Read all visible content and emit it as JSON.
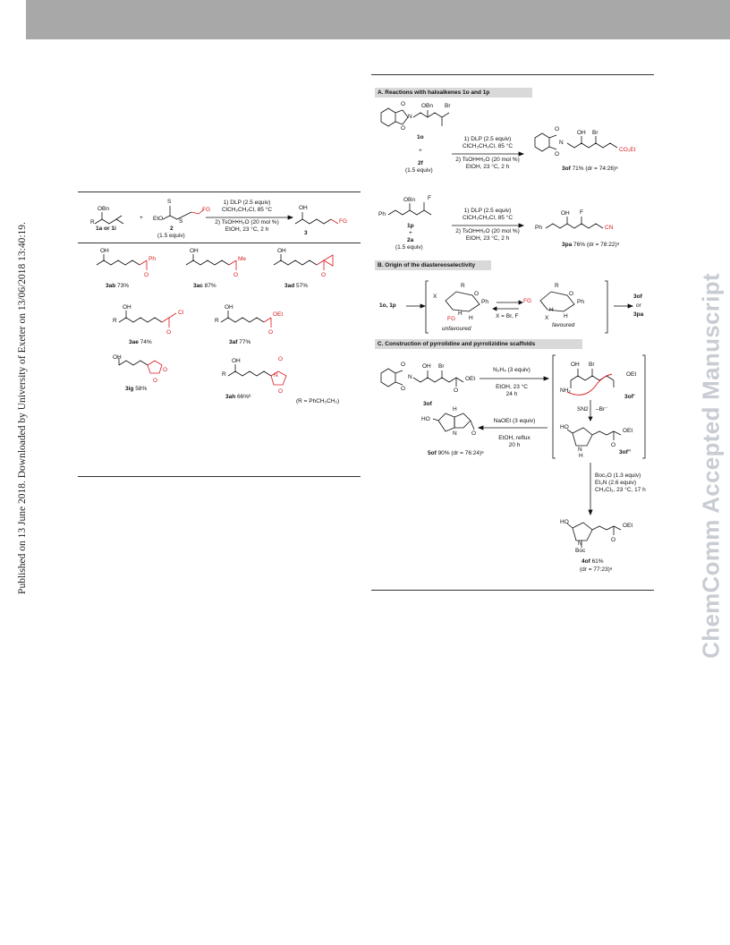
{
  "side_left_text": "Published on 13 June 2018. Downloaded by University of Exeter on 13/06/2018 13:40:19.",
  "side_right_text": "ChemComm Accepted Manuscript",
  "left_scheme": {
    "reagent": "1a or 1i",
    "xanthate": "2",
    "xanthate_equiv": "(1.5 equiv)",
    "cond1": "1) DLP (2.5 equiv)",
    "cond1b": "ClCH₂CH₂Cl, 85 °C",
    "cond2": "2) TsOH•H₂O (20 mol %)",
    "cond2b": "EtOH, 23 °C, 2 h",
    "product": "3",
    "fg": "FG",
    "items": [
      {
        "label": "3ab",
        "yield": "73%"
      },
      {
        "label": "3ac",
        "yield": "87%"
      },
      {
        "label": "3ad",
        "yield": "57%"
      },
      {
        "label": "3ae",
        "yield": "74%"
      },
      {
        "label": "3af",
        "yield": "77%"
      },
      {
        "label": "3ig",
        "yield": "58%"
      },
      {
        "label": "3ah",
        "yield": "66%ᵇ"
      }
    ],
    "r_note": "(R = PhCH₂CH₂)"
  },
  "sectionA": {
    "title": "A. Reactions with haloalkenes 1o and 1p",
    "s1": "1o",
    "plus": "+",
    "s2": "2f",
    "s2_equiv": "(1.5 equiv)",
    "c1": "1) DLP (2.5 equiv)",
    "c1b": "ClCH₂CH₂Cl, 85 °C",
    "c2": "2) TsOH•H₂O (20 mol %)",
    "c2b": "EtOH, 23 °C, 2 h",
    "p1": "3of",
    "p1_yield": "71% (dr = 74:26)ᵃ",
    "s3": "1p",
    "s4": "2a",
    "s4_equiv": "(1.5 equiv)",
    "p2": "3pa",
    "p2_yield": "76% (dr = 78:22)ᵃ"
  },
  "sectionB": {
    "title": "B. Origin of the diastereoselectivity",
    "start": "1o, 1p",
    "unf": "unfavoured",
    "fav": "favoured",
    "x": "X = Br, F",
    "out1": "3of",
    "or": "or",
    "out2": "3pa"
  },
  "sectionC": {
    "title": "C. Construction of pyrrolidine and pyrrolizidine scaffolds",
    "start": "3of",
    "r1": "N₂H₄ (3 equiv)",
    "r1b": "EtOH, 23 °C",
    "r1c": "24 h",
    "i1": "3of’",
    "sn2": "SN2",
    "br": "–Br⁻",
    "i2": "3of’’",
    "r2": "NaOEt (3 equiv)",
    "r2b": "EtOH, reflux",
    "r2c": "20 h",
    "p5": "5of",
    "p5_yield": "90% (dr = 76:24)ᵃ",
    "r3": "Boc₂O (1.3 equiv)",
    "r3b": "Et₃N (2.6 equiv)",
    "r3c": "CH₂Cl₂, 23 °C, 17 h",
    "p4": "4of",
    "p4_yield": "61%",
    "p4_dr": "(dr = 77:23)ᵃ"
  }
}
